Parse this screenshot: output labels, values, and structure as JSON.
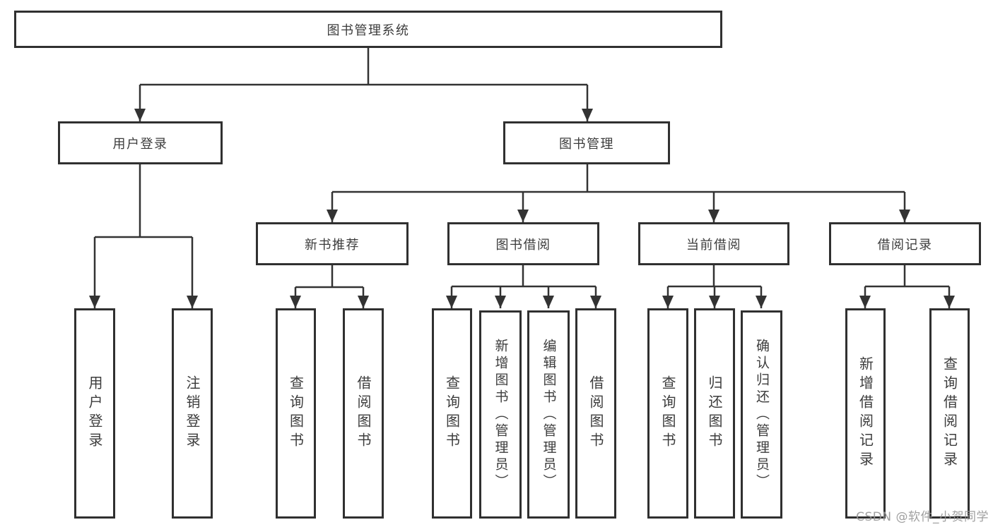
{
  "tree": {
    "root": {
      "label": "图书管理系统"
    },
    "level2": [
      {
        "label": "用户登录"
      },
      {
        "label": "图书管理"
      }
    ],
    "level3": [
      {
        "label": "新书推荐"
      },
      {
        "label": "图书借阅"
      },
      {
        "label": "当前借阅"
      },
      {
        "label": "借阅记录"
      }
    ],
    "leaves": {
      "user_login": [
        "用户登录",
        "注销登录"
      ],
      "new_books": [
        "查询图书",
        "借阅图书"
      ],
      "borrow": [
        "查询图书",
        "新增图书（管理员）",
        "编辑图书（管理员）",
        "借阅图书"
      ],
      "current": [
        "查询图书",
        "归还图书",
        "确认归还（管理员）"
      ],
      "records": [
        "新增借阅记录",
        "查询借阅记录"
      ]
    }
  },
  "watermark": "CSDN @软件_小贺同学",
  "colors": {
    "line": "#333333",
    "border": "#303030",
    "text": "#3c3c3c",
    "background": "#ffffff",
    "watermark": "#969696"
  }
}
